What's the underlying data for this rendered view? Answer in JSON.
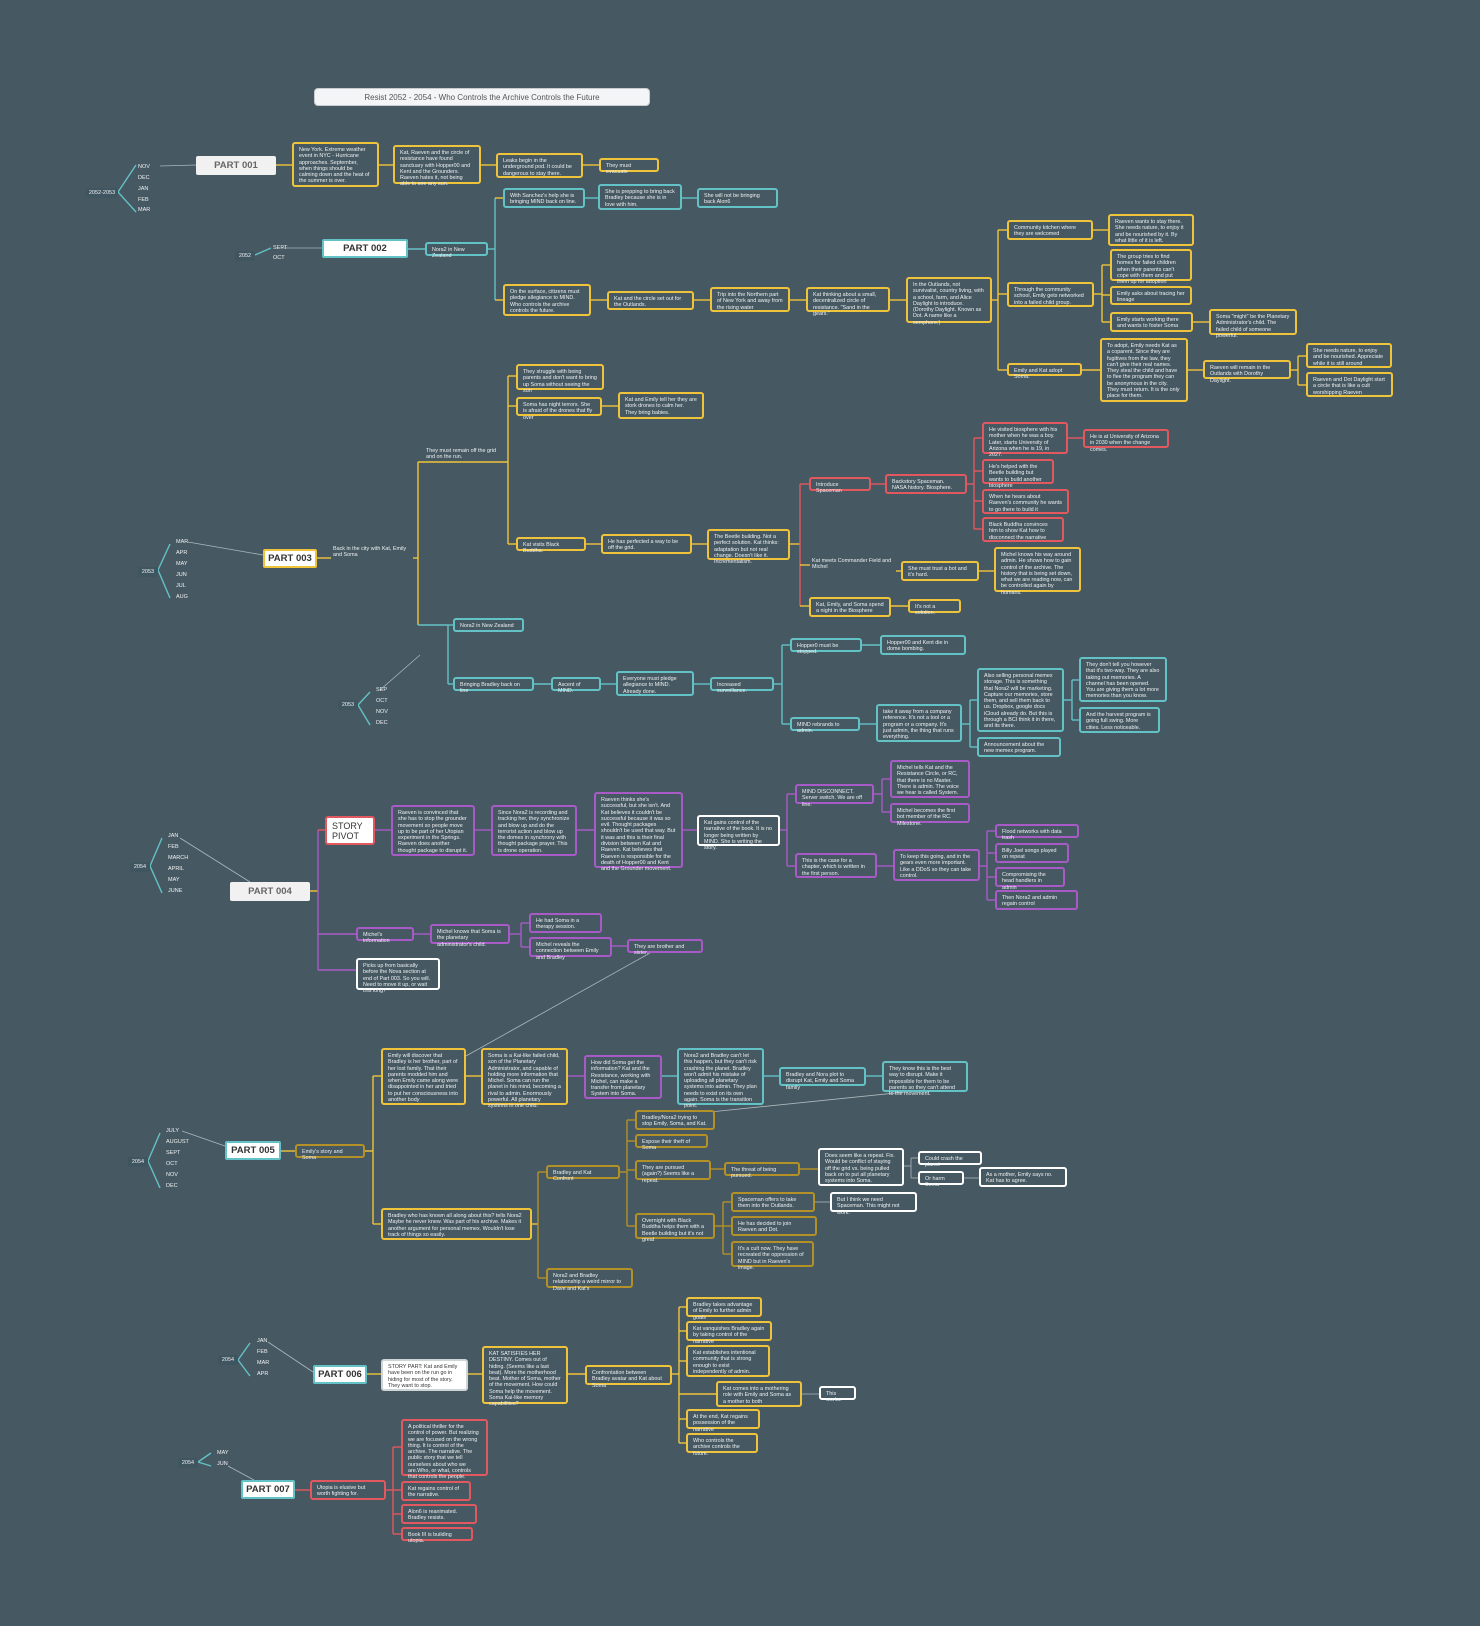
{
  "colors": {
    "background": "#465862",
    "yellow": "#f0c43a",
    "teal": "#63c2c6",
    "red": "#e3575e",
    "purple": "#a85ac7",
    "olive": "#b39126",
    "white": "#ffffff"
  },
  "title": "Resist 2052 - 2054 - Who Controls the Archive Controls the Future",
  "time": {
    "y1": "2052-2053",
    "m1": [
      "NOV",
      "DEC",
      "JAN",
      "FEB",
      "MAR"
    ],
    "y2": "2052",
    "m2": [
      "SEPT",
      "OCT"
    ],
    "y3": "2053",
    "m3": [
      "MAR",
      "APR",
      "MAY",
      "JUN",
      "JUL",
      "AUG"
    ],
    "y3b": "2053",
    "m3b": [
      "SEP",
      "OCT",
      "NOV",
      "DEC"
    ],
    "y4": "2054",
    "m4": [
      "JAN",
      "FEB",
      "MARCH",
      "APRIL",
      "MAY",
      "JUNE"
    ],
    "y5": "2054",
    "m5": [
      "JULY",
      "AUGUST",
      "SEPT",
      "OCT",
      "NOV",
      "DEC"
    ],
    "y6": "2054",
    "m6": [
      "JAN",
      "FEB",
      "MAR",
      "APR"
    ],
    "y7": "2054",
    "m7": [
      "MAY",
      "JUN"
    ]
  },
  "parts": {
    "p1": "PART 001",
    "p2": "PART 002",
    "p3": "PART 003",
    "p4": "PART 004",
    "pivot": "STORY PIVOT",
    "p5": "PART 005",
    "p6": "PART 006",
    "p7": "PART 007"
  },
  "n": {
    "p1a": "New York. Extreme weather event in NYC - Hurricane approaches. September, when things should be calming down and the heat of the summer is over.",
    "p1b": "Kat, Raeven and the circle of resistance have found sanctuary with Hopper00 and Kent and the Grounders. Raeven hates it, not being able to see any sun.",
    "p1c": "Leaks begin in the underground pod. It could be dangerous to stay there.",
    "p1d": "They must evacuate",
    "p2a": "Nora2 in New Zealand",
    "p2b": "With Sanchez's help she is bringing MIND back on line.",
    "p2c": "She is prepping to bring back Bradley because she is in love with him.",
    "p2d": "She will not be bringing back Alon6",
    "p2e": "On the surface, citizens must pledge allegiance to MIND. Who controls the archive controls the future.",
    "p2f": "Kat and the circle set out for the Outlands.",
    "p2g": "Trip into the Northern part of New York and away from the rising water",
    "p2h": "Kat thinking about a small, decentralized circle of resistance. \"Sand in the gears.\"",
    "p2i": "In the Outlands, not survivalist, country living, with a school, farm, and Alice Daylight to introduce. (Dorothy Daylight. Known as Dot. A name like a semphore.)",
    "p2j": "Community kitchen where they are welcomed",
    "p2k": "Raeven wants to stay there. She needs nature, to enjoy it and be nourished by it. By what little of it is left.",
    "p2l": "Through the community school, Emily gets networked into a failed child group.",
    "p2m": "The group tries to find homes for failed children when their parents can't cope with them and put them up for adoption",
    "p2n": "Emily asks about tracing her lineage",
    "p2o": "Emily starts working there and wants to foster Soma",
    "p2p": "Soma \"might\" be the Planetary Administrator's child. The failed child of someone powerful.",
    "p2q": "Emily and Kat adopt Soma.",
    "p2r": "To adopt, Emily needs Kat as a coparent. Since they are fugitives from the law, they can't give their real names. They steal the child and have to flee the program they can be anonymous in the city. They must return. It is the only place for them.",
    "p2s": "Raeven will remain in the Outlands with Dorothy Daylight.",
    "p2t": "She needs nature, to enjoy and be nourished. Appreciate while it is still around",
    "p2u": "Raeven and Dot Daylight start a circle that is like a cult worshipping Raeven",
    "p3a": "Back in the city with Kat, Emily and Soma",
    "p3b": "They must remain off the grid and on the run.",
    "p3c": "They struggle with being parents and don't want to bring up Soma without seeing the sun",
    "p3d": "Soma has night terrors. She is afraid of the drones that fly over",
    "p3e": "Kat and Emily tell her they are stork drones to calm her. They bring babies.",
    "p3f": "Kat visits Black Buddha.",
    "p3g": "He has perfected a way to be off the grid.",
    "p3h": "The Beetle building. Not a perfect solution. Kat thinks: adaptation but not real change. Doesn't like it. Incrementalism.",
    "p3i": "Introduce Spaceman",
    "p3j": "Backstory Spaceman. NASA history. Biosphere.",
    "p3k": "He visited biosphere with his mother when he was a boy. Later, starts University of Arizona when he is 19, in 2027.",
    "p3l": "He is at University of Arizona in 2030 when the change comes.",
    "p3m": "He's helped with the Beetle building but wants to build another biosphere",
    "p3n": "When he hears about Raeven's community he wants to go there to build it",
    "p3o": "Black Buddha convinces him to show Kat how to disconnect the narrative",
    "p3p": "Kat meets Commander Field and Michel",
    "p3q": "She must trust a bot and it's hard.",
    "p3r": "Michel knows his way around admin. He shows how to gain control of the archive. The history that is being set down, what we are reading now, can be controlled again by humans.",
    "p3s": "Kat, Emily, and Soma spend a night in the Biosphere",
    "p3t": "It's not a solution.",
    "p3u": "Nora2 in New Zealand",
    "p3v": "Bringing Bradley back on line",
    "p3w": "Ascent of MIND.",
    "p3x": "Everyone must pledge allegiance to MIND. Already done.",
    "p3y": "Increased surveillance.",
    "p3z": "Hopper0 must be stopped.",
    "p3aa": "Hopper00 and Kent die in dome bombing.",
    "p3ab": "MIND rebrands to admin.",
    "p3ac": "take it away from a company reference. It's not a tool or a program or a company. It's just admin, the thing that runs everything.",
    "p3ad": "Also selling personal memex storage. This is something that Nora2 will be marketing. Capture our memories, store them, and sell them back to us. Dropbox, google docs iCloud already do. But this is through a BCI think it in there, and its there.",
    "p3ae": "They don't tell you however that it's two-way. They are also taking out memories. A channel has been opened. You are giving them a lot more memories than you know.",
    "p3af": "And the harvest program is going full swing. More cities. Less noticeable.",
    "p3ag": "Announcement about the new memex program.",
    "p4a": "Raeven is convinced that she has to stop the grounder movement so people move up to be part of her Utopian experiment in the Springs. Raeven does another thought package to disrupt it.",
    "p4b": "Since Nora2 is recording and tracking her, they synchronize and blow up and do the terrorist action and blow up the domes in synchrony with thought package prayer. This is drone operation.",
    "p4c": "Raeven thinks she's successful, but she isn't. And Kat believes it couldn't be successful because it was so evil. Thought packages shouldn't be used that way. But it was and this is their final division between Kat and Raeven. Kat believes that Raeven is responsible for the death of Hopper00 and Kent and the Grounder movement.",
    "p4d": "Kat gains control of the narrative of the book. It is no longer being written by MIND. She is writing the story.",
    "p4e": "MIND DISCONNECT. Server switch. We are off line.",
    "p4f": "Michel tells Kat and the Resistance Circle, or RC, that there is no Master. There is admin. The voice we hear is called System.",
    "p4g": "Michel becomes the first bot member of the RC. Milestone.",
    "p4h": "This is the case for a chapter, which is written in the first person.",
    "p4i": "To keep this going, and in the gears even more important. Like a DDoS so they can take control.",
    "p4j": "Flood networks with data trash",
    "p4k": "Billy Joel songs played on repeat",
    "p4l": "Compromising the head handlers in admin",
    "p4m": "Then Nora2 and admin regain control",
    "p4n": "Michel's information",
    "p4o": "Michel knows that Soma is the planetary administrator's child.",
    "p4p": "He had Soma in a therapy session.",
    "p4q": "Michel reveals the connection between Emily and Bradley",
    "p4r": "They are brother and sister.",
    "p4s": "Picks up from basically before the Nova section at end of Part 003. So you will. Need to move it up, or wait this long?",
    "p5a": "Emily's story and Soma",
    "p5b": "Emily will discover that Bradley is her brother, part of her lost family. That their parents modded him and when Emily came along were disappointed in her and tried to put her consciousness into another body",
    "p5c": "Soma is a Kai-like failed child, son of the Planetary Administrator, and capable of holding more information that Michel. Soma can run the planet in his mind, becoming a rival to admin. Enormously powerful. All planetary systems in one child.",
    "p5d": "How did Soma get the information? Kat and the Resistance, working with Michel, can make a transfer from planetary System into Soma.",
    "p5e": "Nora2 and Bradley can't let this happen, but they can't risk crashing the planet. Bradley won't admit his mistake of uploading all planetary systems into admin. They plan needs to exist on its own again. Soma is the transition point.",
    "p5f": "Bradley and Nora plot to disrupt Kat, Emily and Soma family",
    "p5g": "They know this is the best way to disrupt. Make it impossible for them to be parents so they can't attend to the movement.",
    "p5h": "Bradley/Nora2 trying to stop Emily, Soma, and Kat.",
    "p5i": "Expose their theft of Soma",
    "p5j": "Bradley and Kat Confront",
    "p5k": "They are pursued (again?) Seems like a repeat.",
    "p5l": "The threat of being pursued.",
    "p5m": "Does seem like a repeat. Fix. Would be conflict of staying off the grid vs. being pulled back on to put all planetary systems into Soma.",
    "p5n": "Could crash the planet",
    "p5o": "Or harm Soma",
    "p5p": "As a mother, Emily says no. Kat has to agree.",
    "p5q": "Overnight with Black Buddha helps them with a Beetle building but it's not great",
    "p5r": "Spaceman offers to take them into the Outlands.",
    "p5s": "But I think we need Spaceman. This might not work.",
    "p5t": "He has decided to join Raeven and Dot.",
    "p5u": "It's a cult now. They have recreated the oppression of MIND but in Raeven's image.",
    "p5v": "Bradley who has known all along about this? tells Nora2 Maybe he never knew. Was part of his archive. Makes it another argument for personal memex. Wouldn't lose track of things so easily.",
    "p5w": "Nora2 and Bradley relationship a weird mirror to Dave and Kat's",
    "p6a": "STORY PART: Kat and Emily have been on the run go in hiding for most of the story. They want to stop.",
    "p6b": "KAT SATISFIES HER DESTINY. Comes out of hiding. (Seems like a last beat). More the motherhood beat. Mother of Soma, mother of the movement. How could Soma help the movement. Soma Kai-like memory capabilities?",
    "p6c": "Confrontation between Bradley avatar and Kat about Soma",
    "p6d": "Bradley takes advantage of Emily to further admin goals",
    "p6e": "Kat vanquishes Bradley again by taking control of the narrative",
    "p6f": "Kat establishes intentional community that is strong enough to exist independently of admin.",
    "p6g": "Kat comes into a mothering role with Emily and Soma as a mother to both",
    "p6h": "This works.",
    "p6i": "At the end, Kat regains possession of the narrative",
    "p6j": "Who controls the archive controls the future.",
    "p7a": "Utopia is elusive but worth fighting for.",
    "p7b": "A political thriller for the control of power. But realizing we are focused on the wrong thing. It is control of the archive. The narrative. The public story that we tell ourselves about who we are.Who, or what, controls that controls the people.",
    "p7c": "Kat regains control of the narrative.",
    "p7d": "Alon6 is reanimated. Bradley resists.",
    "p7e": "Book III is building utopia."
  }
}
